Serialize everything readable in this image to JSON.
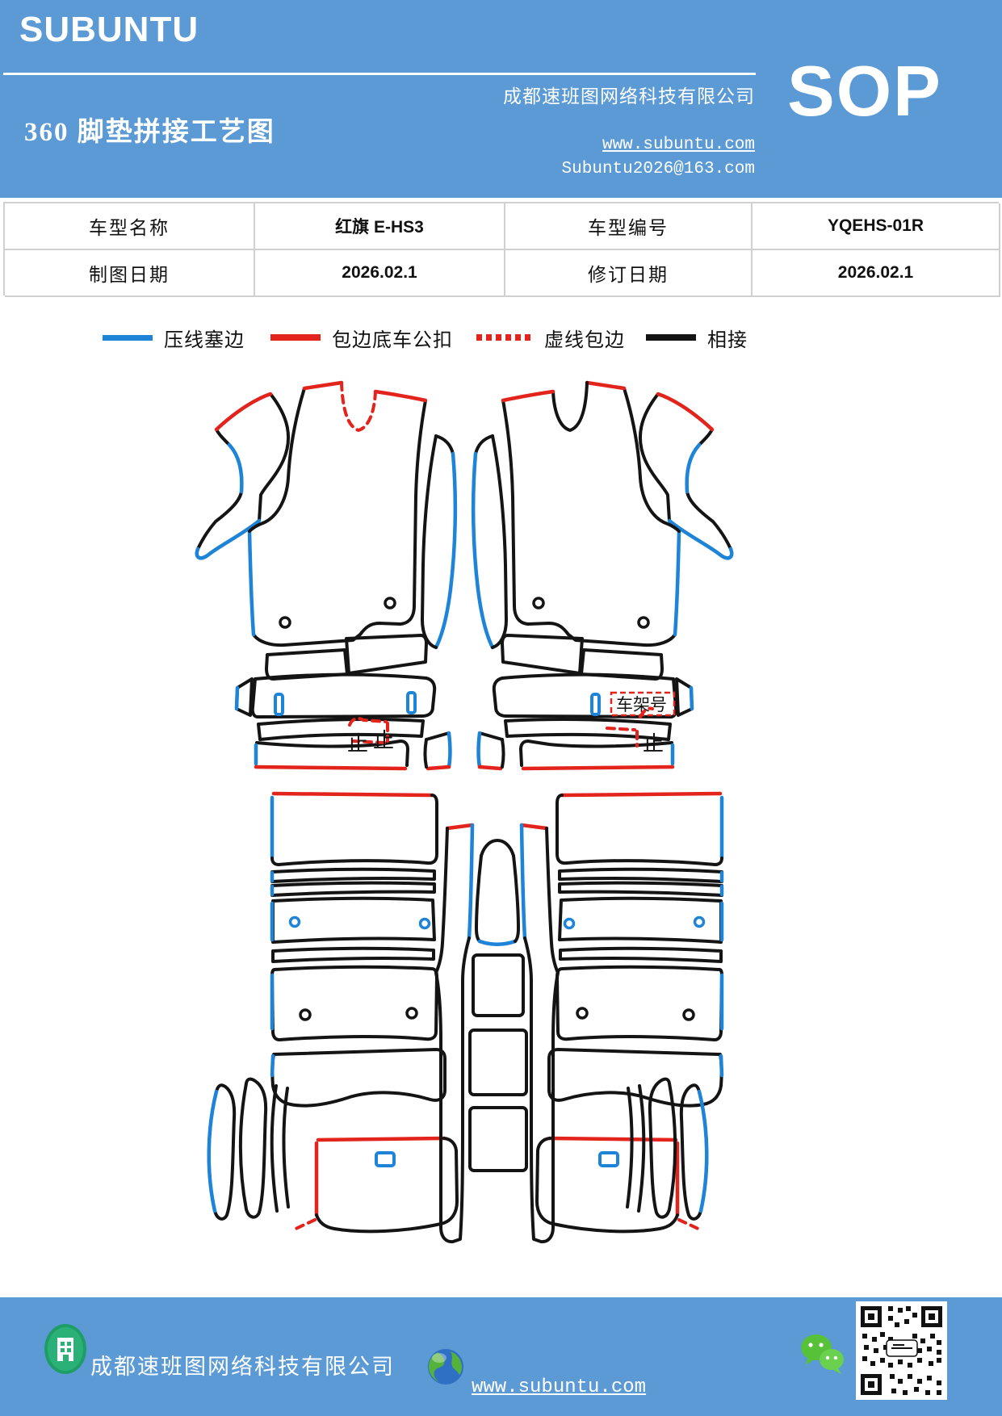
{
  "header": {
    "logo": "SUBUNTU",
    "title": "360 脚垫拼接工艺图",
    "company": "成都速班图网络科技有限公司",
    "website": "www.subuntu.com",
    "email": "Subuntu2026@163.com",
    "badge": "SOP",
    "bg_color": "#5b9ad5"
  },
  "info_table": {
    "rows": [
      [
        "车型名称",
        "红旗 E-HS3",
        "车型编号",
        "YQEHS-01R"
      ],
      [
        "制图日期",
        "2026.02.1",
        "修订日期",
        "2026.02.1"
      ]
    ]
  },
  "legend": {
    "items": [
      {
        "label": "压线塞边",
        "color": "#1e84d8",
        "style": "solid"
      },
      {
        "label": "包边底车公扣",
        "color": "#e3241d",
        "style": "solid"
      },
      {
        "label": "虚线包边",
        "color": "#e3241d",
        "style": "dashed"
      },
      {
        "label": "相接",
        "color": "#141414",
        "style": "solid"
      }
    ]
  },
  "diagram": {
    "labels": {
      "vin": "车架号",
      "stop1": "止",
      "stop2": "止",
      "stop3": "止"
    },
    "colors": {
      "outline": "#141414",
      "tuck_edge": "#1e84d8",
      "bind_edge": "#e3241d"
    }
  },
  "footer": {
    "company": "成都速班图网络科技有限公司",
    "website": "www.subuntu.com",
    "bg_color": "#5b9ad5"
  }
}
